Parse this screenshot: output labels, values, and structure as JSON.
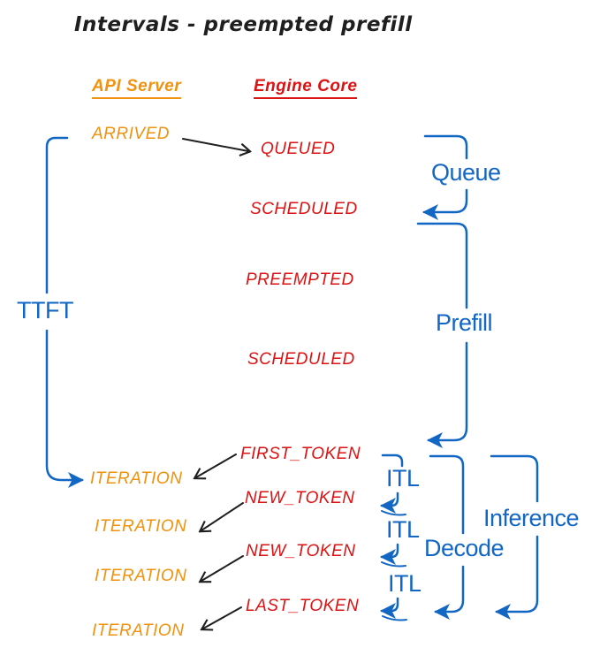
{
  "title": "Intervals - preempted prefill",
  "colors": {
    "api_server": "#F0920E",
    "engine_core": "#DD1212",
    "interval": "#1266C4",
    "ink": "#1F1F1F",
    "background": "#FFFFFF"
  },
  "columns": {
    "api_server": "API Server",
    "engine_core": "Engine Core"
  },
  "events": {
    "arrived": "ARRIVED",
    "queued": "QUEUED",
    "scheduled_1": "SCHEDULED",
    "preempted": "PREEMPTED",
    "scheduled_2": "SCHEDULED",
    "first_token": "FIRST_TOKEN",
    "new_token_1": "NEW_TOKEN",
    "new_token_2": "NEW_TOKEN",
    "last_token": "LAST_TOKEN",
    "iteration_1": "ITERATION",
    "iteration_2": "ITERATION",
    "iteration_3": "ITERATION",
    "iteration_4": "ITERATION"
  },
  "intervals": {
    "ttft": "TTFT",
    "queue": "Queue",
    "prefill": "Prefill",
    "itl_1": "ITL",
    "itl_2": "ITL",
    "itl_3": "ITL",
    "decode": "Decode",
    "inference": "Inference"
  }
}
